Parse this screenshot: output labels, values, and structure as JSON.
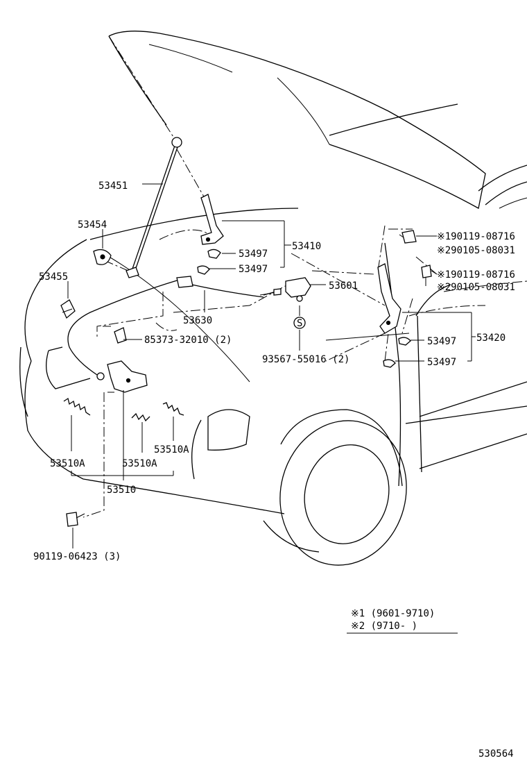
{
  "diagram_id": "530564",
  "labels": {
    "p53451": "53451",
    "p53454": "53454",
    "p53455": "53455",
    "p53630": "53630",
    "p85373": "85373-32010 (2)",
    "p53410": "53410",
    "p53497_a": "53497",
    "p53497_b": "53497",
    "p53601": "53601",
    "p93567": "93567-55016 (2)",
    "p53420": "53420",
    "p53497_c": "53497",
    "p53497_d": "53497",
    "p53510A_a": "53510A",
    "p53510A_b": "53510A",
    "p53510A_c": "53510A",
    "p53510": "53510",
    "p90119": "90119-06423 (3)",
    "note1_bolt": "※190119-08716",
    "note2_bolt": "※290105-08031",
    "note1_bolt_b": "※190119-08716",
    "note2_bolt_b": "※290105-08031",
    "s_mark": "S"
  },
  "legend": {
    "line1": "※1 (9601-9710)",
    "line2": "※2 (9710-     )"
  }
}
